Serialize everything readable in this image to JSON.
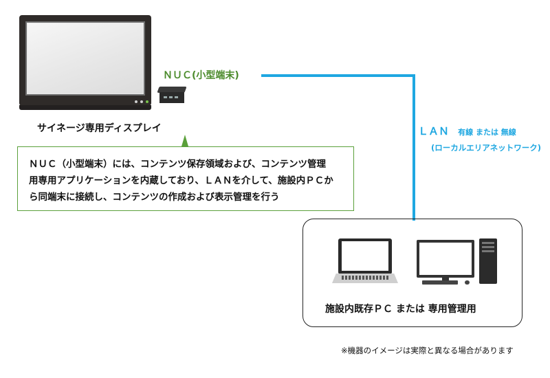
{
  "nuc_label": "ＮＵＣ(小型端末)",
  "signage_caption": "サイネージ専用ディスプレイ",
  "lan": {
    "title": "ＬＡＮ",
    "types": "有線 または 無線",
    "subtitle": "(ローカルエリアネットワーク)"
  },
  "callout": {
    "lines": [
      "ＮＵＣ（小型端末）には、コンテンツ保存領域および、コンテンツ管理",
      "用専用アプリケーションを内蔵しており、ＬＡＮを介して、施設内ＰＣか",
      "ら同端末に接続し、コンテンツの作成および表示管理を行う"
    ]
  },
  "pc_caption": "施設内既存ＰＣ または 専用管理用",
  "disclaimer": "※機器のイメージは実際と異なる場合があります",
  "colors": {
    "lan": "#1ea7e1",
    "green": "#4a8a2a",
    "callout_border": "#5aa03a"
  }
}
